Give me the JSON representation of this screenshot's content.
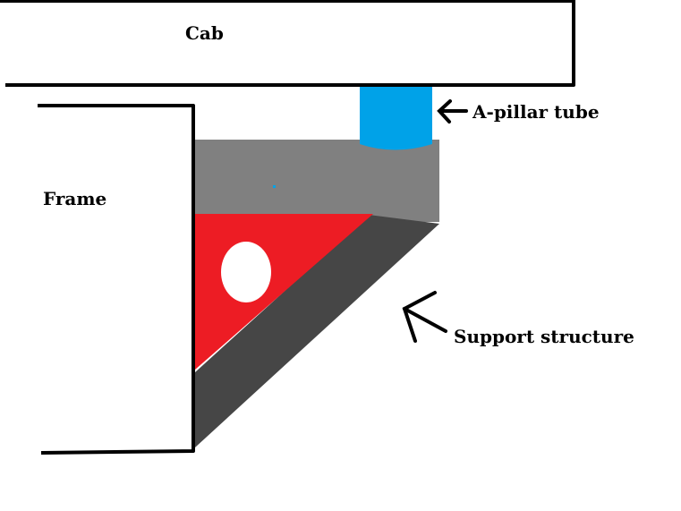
{
  "labels": {
    "cab": "Cab",
    "frame": "Frame",
    "a_pillar": "A-pillar tube",
    "support": "Support structure"
  },
  "colors": {
    "background": "#ffffff",
    "outline": "#000000",
    "plate_top": "#808080",
    "plate_diagonal": "#464646",
    "gusset": "#ed1c24",
    "hole": "#ffffff",
    "a_pillar": "#00a2e8"
  },
  "icons": [
    "arrow-a-pillar-icon",
    "arrow-support-icon"
  ]
}
